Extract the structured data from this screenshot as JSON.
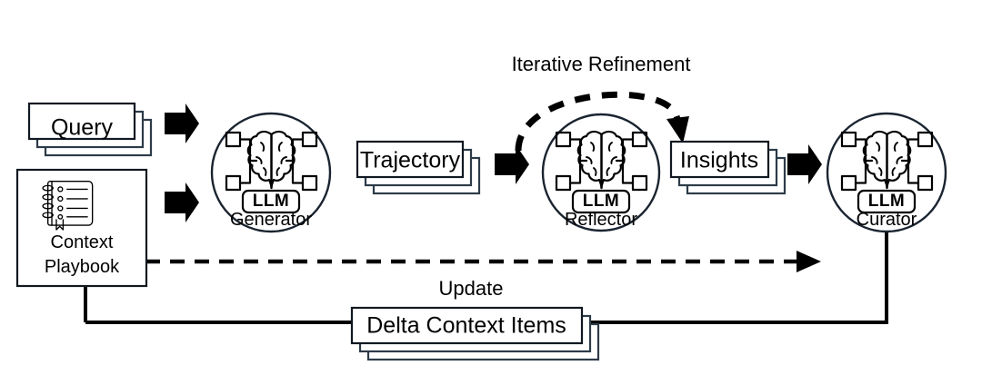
{
  "diagram": {
    "title": "Agentic Context Engineering Loop",
    "background_color": "#ffffff",
    "line_color": "#000000",
    "accent_color": "#111821"
  },
  "inputs": {
    "query_card": {
      "label": "Query",
      "stack_count": 3
    },
    "playbook_box": {
      "line1": "Context",
      "line2": "Playbook",
      "icon": "notebook-icon"
    }
  },
  "nodes": [
    {
      "id": "generator",
      "label": "Generator",
      "badge": "LLM",
      "icon": "brain-network-icon"
    },
    {
      "id": "reflector",
      "label": "Reflector",
      "badge": "LLM",
      "icon": "brain-network-icon"
    },
    {
      "id": "curator",
      "label": "Curator",
      "badge": "LLM",
      "icon": "brain-network-icon"
    }
  ],
  "artifacts": [
    {
      "id": "trajectory",
      "label": "Trajectory",
      "stack_count": 3
    },
    {
      "id": "insights",
      "label": "Insights",
      "stack_count": 3
    },
    {
      "id": "delta",
      "label": "Delta Context Items",
      "stack_count": 3
    }
  ],
  "annotations": {
    "iterative_refinement": "Iterative Refinement",
    "update": "Update"
  },
  "edges": [
    {
      "id": "query-to-generator",
      "style": "block-arrow",
      "direction": "right"
    },
    {
      "id": "playbook-to-generator",
      "style": "block-arrow",
      "direction": "right"
    },
    {
      "id": "trajectory-to-reflector",
      "style": "block-arrow",
      "direction": "right"
    },
    {
      "id": "insights-to-curator",
      "style": "block-arrow",
      "direction": "right"
    },
    {
      "id": "reflector-self-loop",
      "style": "dashed-arc",
      "direction": "clockwise"
    },
    {
      "id": "playbook-context-flow",
      "style": "dashed-line",
      "direction": "right"
    },
    {
      "id": "curator-to-delta-to-playbook",
      "style": "solid-line",
      "direction": "left"
    }
  ]
}
